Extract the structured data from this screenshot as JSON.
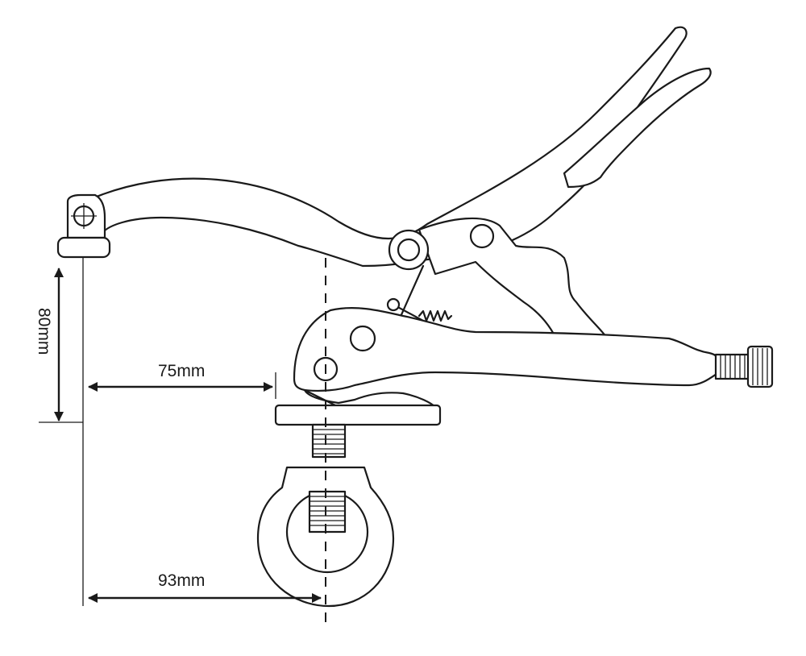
{
  "dimensions": {
    "height_label": "80mm",
    "throat_label": "75mm",
    "reach_label": "93mm"
  },
  "colors": {
    "ink": "#1a1a1a",
    "background": "#ffffff"
  }
}
